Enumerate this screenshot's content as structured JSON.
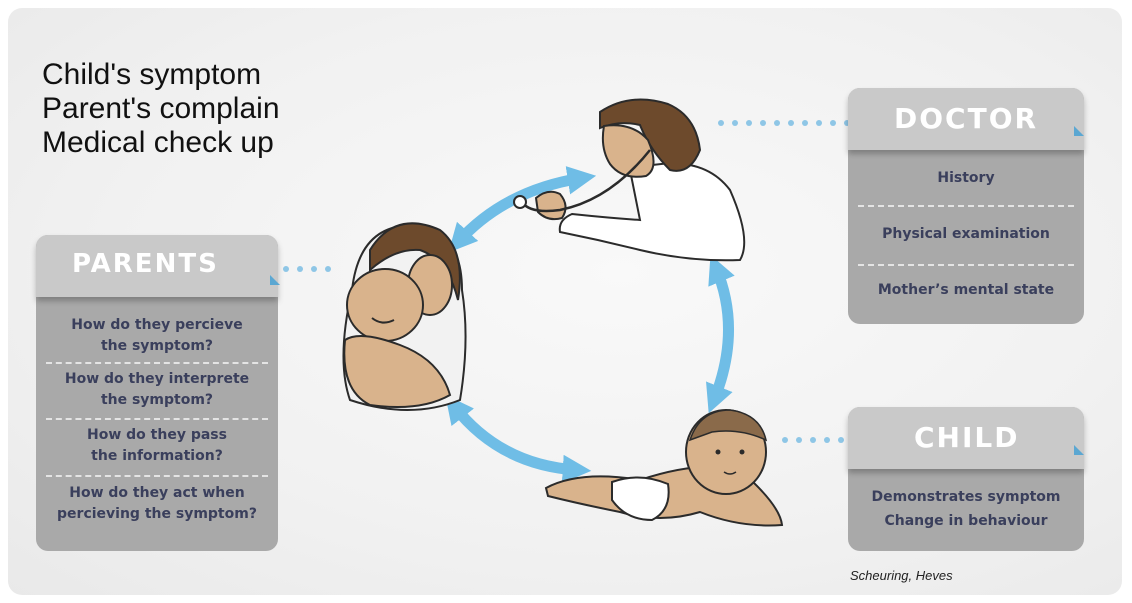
{
  "headline": {
    "line1": "Child's symptom",
    "line2": "Parent's complain",
    "line3": "Medical check up"
  },
  "parents": {
    "title": "PARENTS",
    "items": [
      "How do they percieve\nthe symptom?",
      "How do they interprete\nthe symptom?",
      "How do they pass\nthe information?",
      "How do they act when\npercieving the symptom?"
    ]
  },
  "doctor": {
    "title": "DOCTOR",
    "items": [
      "History",
      "Physical examination",
      "Mother’s mental state"
    ]
  },
  "child": {
    "title": "CHILD",
    "items": [
      "Demonstrates symptom",
      "Change in behaviour"
    ]
  },
  "credit": "Scheuring, Heves",
  "colors": {
    "accent": "#6fbde6",
    "box_body": "#a9a9a9",
    "box_head": "#c9c9c9",
    "item_text": "#3a3f5c"
  },
  "figures": {
    "mother_with_baby": "mother-holding-baby-illustration",
    "doctor": "doctor-with-stethoscope-illustration",
    "child": "crawling-baby-illustration"
  }
}
